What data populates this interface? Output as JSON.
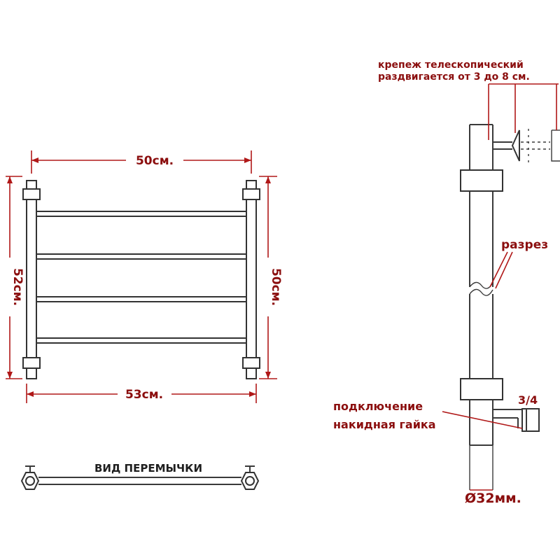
{
  "labels": {
    "width_top": "50см.",
    "width_bottom": "53см.",
    "height_left": "52см.",
    "height_right": "50см.",
    "jumper_view": "ВИД ПЕРЕМЫЧКИ",
    "mount_line1": "крепеж телескопический",
    "mount_line2": "раздвигается от 3 до 8 см.",
    "cut": "разрез",
    "connection_line1": "подключение",
    "connection_line2": "накидная гайка",
    "thread": "3/4",
    "diameter": "Ø32мм."
  },
  "colors": {
    "dimension": "#b01818",
    "label": "#8b0e0e",
    "outline": "#333333"
  }
}
